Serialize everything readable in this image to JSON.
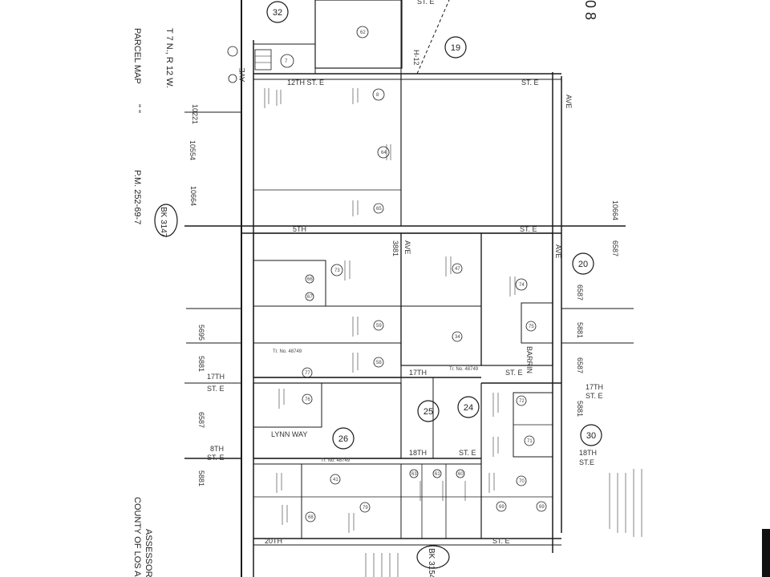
{
  "header": {
    "township": "T 7 N., R 12 W.",
    "parcel_map": "PARCEL MAP",
    "ditto": "\"       \"",
    "pm_ref": "P.M. 252-69-7",
    "book_ref_top": "BK 3147",
    "book_ref_bottom": "BK 3154",
    "assessor": "ASSESSOR'S",
    "county": "COUNTY OF LOS ANG",
    "corner_code": "0 8"
  },
  "streets": {
    "st_e_top": "ST. E",
    "twelfth_st_e": "12TH ST. E",
    "avenue_l": "AVE",
    "fifteenth": "5TH",
    "st_e_mid": "ST. E",
    "seventeenth_left": "17TH",
    "st_e_left": "ST. E",
    "seventeenth_right": "17TH",
    "st_e_right": "ST. E",
    "eighteenth_left": "8TH",
    "st_e_left2": "ST. E",
    "eighteenth_right": "18TH",
    "st_e_right2": "ST.E",
    "eighteenth_mid": "18TH",
    "st_e_mid2": "ST. E",
    "twentieth": "20TH",
    "st_e_bottom": "ST. E",
    "lynn_way": "LYNN WAY",
    "barrin": "BARRIN",
    "avenue_k": "AVE",
    "h12": "H-12",
    "ave_right": "AVE",
    "seventeen_st": "17TH",
    "st_e_center": "ST. E"
  },
  "grid_numbers": {
    "n10221": "10221",
    "n10554": "10554",
    "n10664_left": "10664",
    "n10664_right": "10664",
    "n6587_a": "6587",
    "n6587_b": "6587",
    "n5881_a": "5881",
    "n6587_c": "6587",
    "n5695": "5695",
    "n5881_left": "5881",
    "n6587_left": "6587",
    "n5881_bottom": "5881",
    "n5881_right": "5881",
    "n3881": "3881"
  },
  "circled_blocks": {
    "b32": "32",
    "b19": "19",
    "b20": "20",
    "b25": "25",
    "b24": "24",
    "b26": "26",
    "b30": "30"
  },
  "parcels": [
    "62",
    "7",
    "8",
    "64",
    "65",
    "66",
    "67",
    "73",
    "47",
    "74",
    "75",
    "76",
    "77",
    "58",
    "59",
    "41",
    "34",
    "79",
    "72",
    "71",
    "70",
    "69",
    "68",
    "63",
    "61",
    "60"
  ],
  "notes": {
    "tract_top": "Tr. No. 48749",
    "tract_mid": "Tr. No. 48749",
    "tract_bottom": "Tr. No. 48749"
  }
}
